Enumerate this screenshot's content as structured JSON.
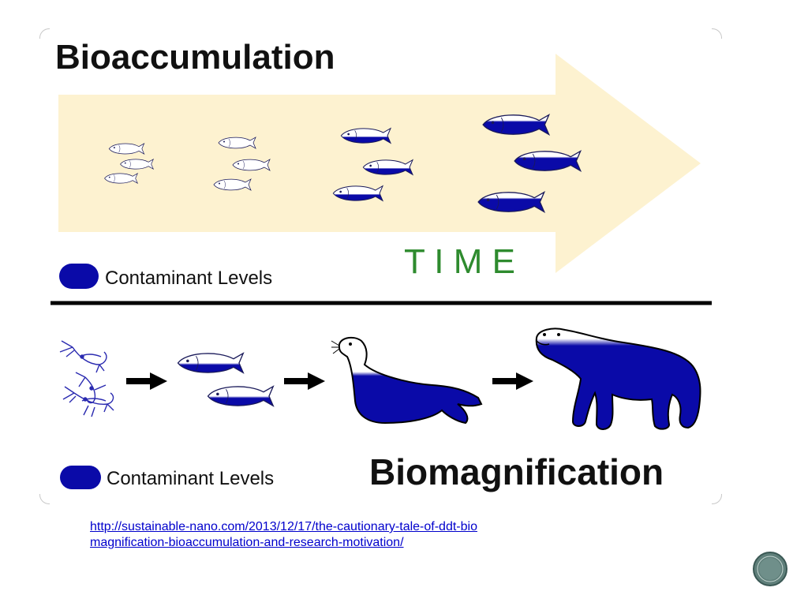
{
  "diagram": {
    "title_top": "Bioaccumulation",
    "time_label": "T I M E",
    "legend_top": "Contaminant Levels",
    "title_bottom": "Biomagnification",
    "legend_bottom": "Contaminant Levels"
  },
  "source": {
    "url": "http://sustainable-nano.com/2013/12/17/the-cautionary-tale-of-ddt-biomagnification-bioaccumulation-and-research-motivation/"
  },
  "colors": {
    "contaminant": "#0a0aa8",
    "arrow_fill": "#fdf2d0",
    "time_text": "#2e8b2e",
    "nav_button": "#5f7f7a"
  },
  "icons": {
    "nav": "circle-button-icon"
  }
}
